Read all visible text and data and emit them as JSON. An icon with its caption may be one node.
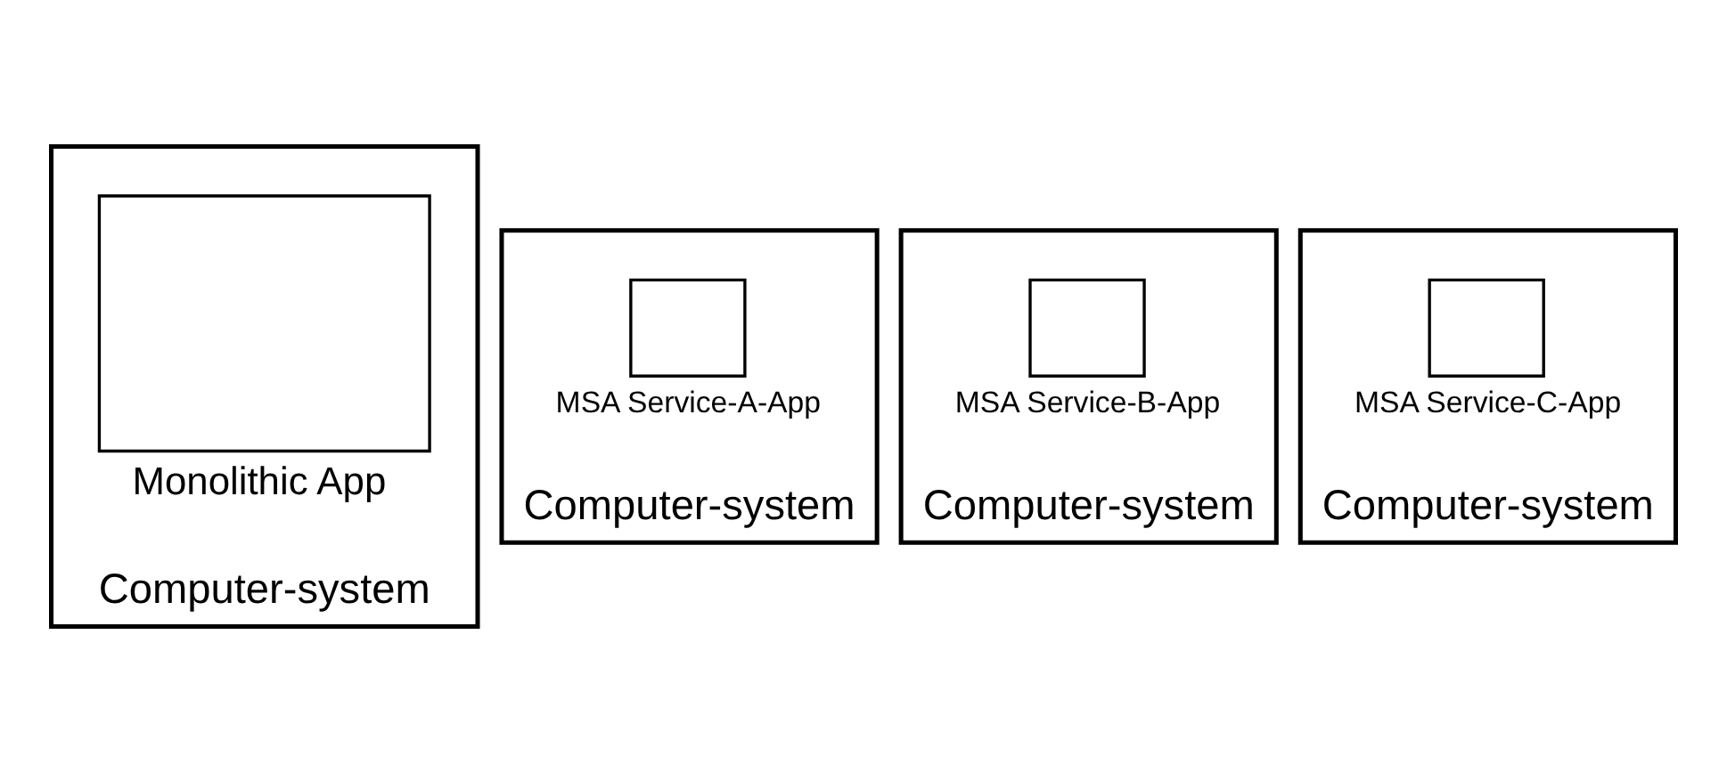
{
  "diagram": {
    "nodes": [
      {
        "text": [
          "Computer-system"
        ]
      },
      {
        "text": [
          "Monolithic App"
        ],
        "in": 0
      },
      {
        "text": [
          "Computer-system"
        ]
      },
      {
        "text": [
          "MSA Service-A-App"
        ],
        "in": 2
      },
      {
        "text": [
          "Computer-system"
        ]
      },
      {
        "text": [
          "MSA Service-B-App"
        ],
        "in": 4
      },
      {
        "text": [
          "Computer-system"
        ]
      },
      {
        "text": [
          "MSA Service-C-App"
        ],
        "in": 6
      }
    ],
    "edges": []
  }
}
